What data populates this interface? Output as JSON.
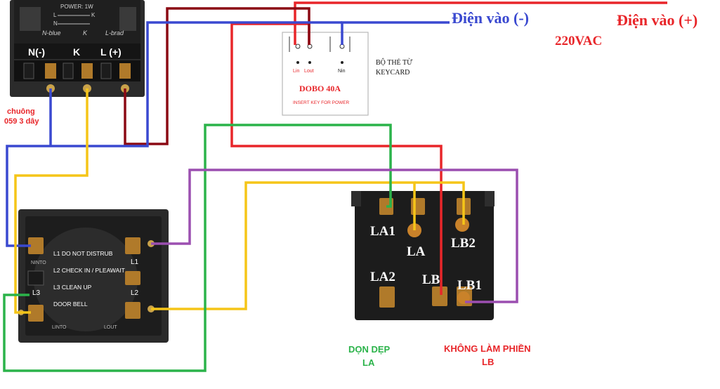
{
  "labels": {
    "power_neg": "Điện vào (-)",
    "power_pos": "Điện vào (+)",
    "voltage": "220VAC",
    "bell_caption_line1": "chuông",
    "bell_caption_line2": "059 3 dây",
    "clean_group": "DỌN DẸP",
    "clean_group_code": "LA",
    "dnd_group": "KHÔNG LÀM PHIỀN",
    "dnd_group_code": "LB"
  },
  "bell_module": {
    "power_rating": "POWER: 1W",
    "legend_l": "L",
    "legend_n": "N",
    "legend_k": "K",
    "footer_n": "N-blue",
    "footer_k": "K",
    "footer_l": "L-brad",
    "term_n": "N(-)",
    "term_k": "K",
    "term_l": "L (+)"
  },
  "keycard": {
    "title_line1": "BỘ THẺ TỪ",
    "title_line2": "KEYCARD",
    "model": "DOBO 40A",
    "caption": "INSERT KEY FOR POWER",
    "pin_lin": "Lin",
    "pin_lout": "Lout",
    "pin_nin": "Nin"
  },
  "switch_panel": {
    "label_l1": "L1 DO NOT DISTRUB",
    "label_l2": "L2 CHECK IN / PLEAWAIT",
    "label_l3": "L3 CLEAN UP",
    "label_bell": "DOOR BELL",
    "left_n": "NINTO",
    "left_l3": "L3",
    "right_l1": "L1",
    "right_l2": "L2",
    "bottom_lin": "LINTO",
    "bottom_lout": "LOUT"
  },
  "relay": {
    "la1": "LA1",
    "la": "LA",
    "lb2": "LB2",
    "la2": "LA2",
    "lb": "LB",
    "lb1": "LB1"
  },
  "colors": {
    "wire_red": "#e8262a",
    "wire_darkred": "#8b0a14",
    "wire_blue": "#3a49d0",
    "wire_yellow": "#f5c518",
    "wire_green": "#2bb34a",
    "wire_purple": "#9b4fb0",
    "title_neg": "#3a49d0",
    "title_pos": "#e8262a",
    "clean_green": "#2bb34a",
    "dnd_red": "#e8262a"
  }
}
